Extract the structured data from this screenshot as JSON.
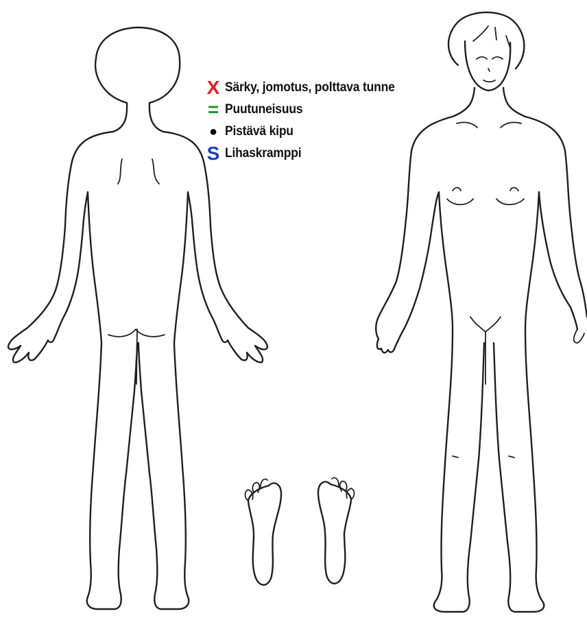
{
  "legend": {
    "items": [
      {
        "symbol": "X",
        "label": "Särky, jomotus, polttava tunne",
        "color": "#e0201b"
      },
      {
        "symbol": "=",
        "label": "Puutuneisuus",
        "color": "#1a9a2a"
      },
      {
        "symbol": "●",
        "label": "Pistävä kipu",
        "color": "#000000"
      },
      {
        "symbol": "S",
        "label": "Lihaskramppi",
        "color": "#1f3fbf"
      }
    ]
  },
  "colors": {
    "outline": "#1f1f1f",
    "background": "#ffffff"
  }
}
